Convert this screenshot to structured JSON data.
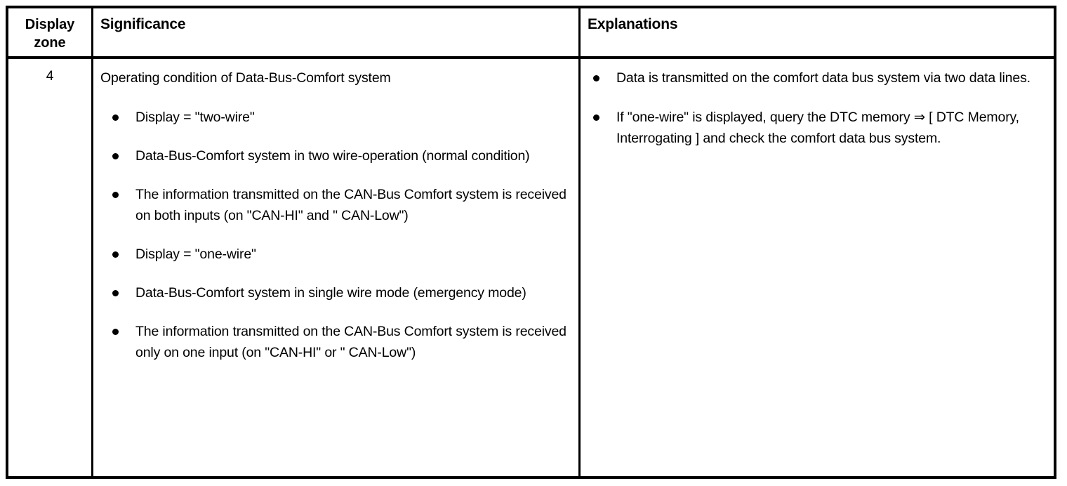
{
  "table": {
    "headers": {
      "zone": "Display\nzone",
      "significance": "Significance",
      "explanations": "Explanations"
    },
    "row": {
      "zone_value": "4",
      "significance": {
        "lead": "Operating condition of Data-Bus-Comfort system",
        "bullets": [
          "Display = \"two-wire\"",
          "Data-Bus-Comfort system in two wire-operation (normal condition)",
          "The information transmitted on the CAN-Bus Comfort system is received on both inputs (on \"CAN-HI\" and \" CAN-Low\")",
          "Display = \"one-wire\"",
          "Data-Bus-Comfort system in single wire mode (emergency mode)",
          "The information transmitted on the CAN-Bus Comfort system is received only on one input (on \"CAN-HI\" or \" CAN-Low\")"
        ]
      },
      "explanations": {
        "bullets": [
          "Data is transmitted on the comfort data bus system via two data lines.",
          "If \"one-wire\" is displayed, query the DTC memory ⇒ [ DTC Memory, Interrogating ] and check the comfort data bus system."
        ]
      }
    }
  },
  "colors": {
    "border": "#000000",
    "text": "#000000",
    "background": "#ffffff"
  }
}
